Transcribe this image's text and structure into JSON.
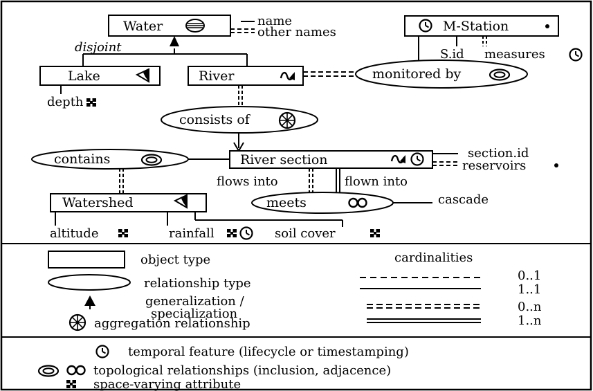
{
  "entities": {
    "water": "Water",
    "mstation": "M-Station",
    "lake": "Lake",
    "river": "River",
    "river_section": "River section",
    "watershed": "Watershed"
  },
  "relationships": {
    "monitored_by": "monitored by",
    "consists_of": "consists of",
    "contains": "contains",
    "meets": "meets"
  },
  "attributes": {
    "name": "name",
    "other_names": "other names",
    "s_id": "S.id",
    "measures": "measures",
    "depth": "depth",
    "section_id": "section.id",
    "reservoirs": "reservoirs",
    "altitude": "altitude",
    "rainfall": "rainfall",
    "soil_cover": "soil cover",
    "cascade": "cascade"
  },
  "labels": {
    "disjoint": "disjoint",
    "flows_into": "flows into",
    "flown_into": "flown into"
  },
  "legend": {
    "object_type": "object type",
    "relationship_type": "relationship type",
    "generalization_1": "generalization /",
    "generalization_2": "specialization",
    "aggregation": "aggregation relationship",
    "cardinalities": "cardinalities",
    "card_01": "0..1",
    "card_11": "1..1",
    "card_0n": "0..n",
    "card_1n": "1..n",
    "temporal": "temporal feature (lifecycle or timestamping)",
    "topological": "topological relationships (inclusion, adjacence)",
    "space_varying": "space-varying attribute"
  }
}
